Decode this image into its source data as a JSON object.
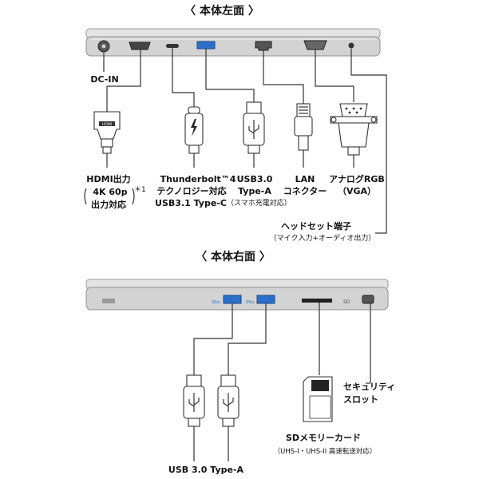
{
  "left_side": {
    "title": "〈 本体左面 〉",
    "dc_label": "DC-IN",
    "ports": {
      "hdmi": {
        "icon": "hdmi-plug-icon",
        "line1": "HDMI出力",
        "line2": "4K 60p",
        "line3": "出力対応",
        "note": "＊1"
      },
      "thunderbolt": {
        "icon": "usb-c-plug-icon",
        "line1": "Thunderbolt™4",
        "line2": "テクノロジー対応",
        "line3": "USB3.1 Type-C",
        "line3_small": "（スマホ充電対応）"
      },
      "usb_a": {
        "icon": "usb-a-plug-icon",
        "line1": "USB3.0",
        "line2": "Type-A"
      },
      "lan": {
        "icon": "rj45-plug-icon",
        "line1": "LAN",
        "line2": "コネクター"
      },
      "vga": {
        "icon": "vga-plug-icon",
        "line1": "アナログRGB",
        "line2": "（VGA）"
      }
    },
    "headset": {
      "line1": "ヘッドセット端子",
      "line2": "（マイク入力+オーディオ出力）"
    }
  },
  "right_side": {
    "title": "〈 本体右面 〉",
    "usb_label": "USB 3.0 Type-A",
    "sd": {
      "icon": "sd-card-icon",
      "line1": "SDメモリーカード",
      "line2": "（UHS-I・UHS-II 高速転送対応）"
    },
    "lock": {
      "line1": "セキュリティ",
      "line2": "スロット"
    }
  },
  "colors": {
    "laptop_body": "#cfcfcf",
    "port_blue": "#2a6fc9",
    "line": "#333333"
  }
}
